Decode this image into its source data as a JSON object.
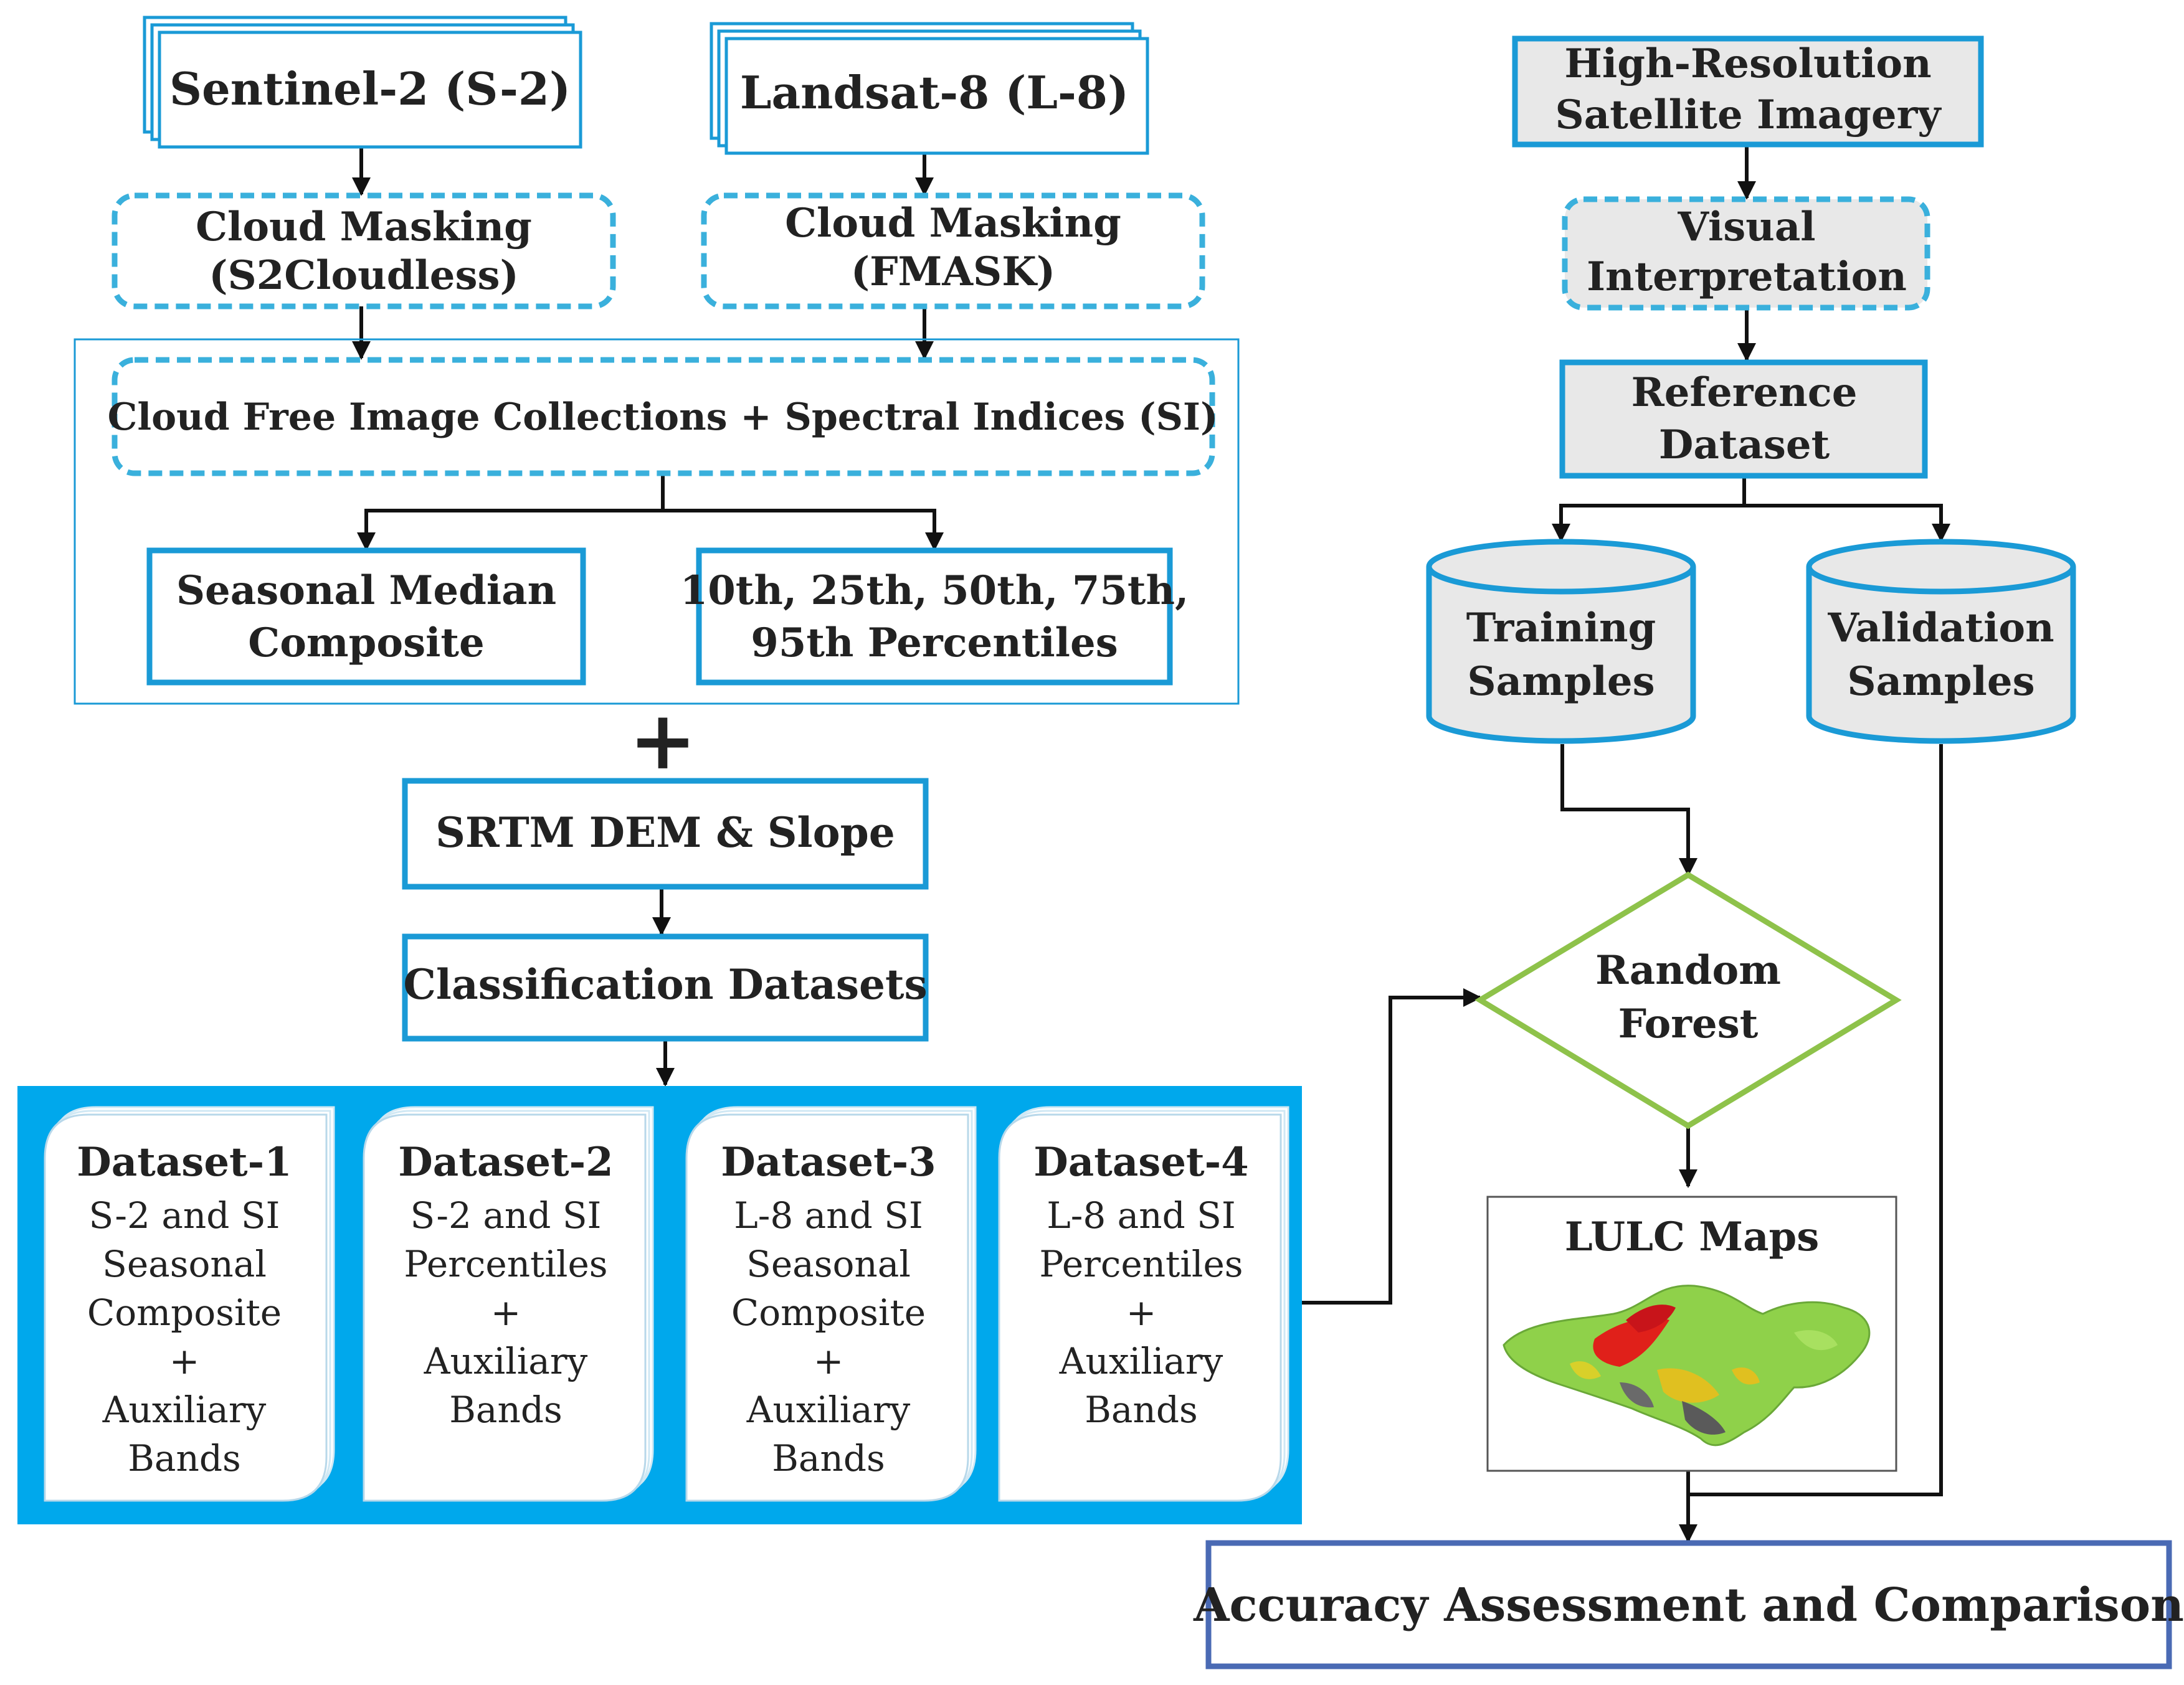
{
  "colors": {
    "blue": "#1a9ad6",
    "light_blue": "#3ab0dc",
    "panel_blue": "#00a8ec",
    "dark_blue": "#4a6ab4",
    "gray_fill": "#e8e8e8",
    "green": "#8ec24a",
    "text": "#222222"
  },
  "nodes": {
    "sentinel": "Sentinel-2  (S-2)",
    "landsat": "Landsat-8  (L-8)",
    "highres": [
      "High-Resolution",
      "Satellite Imagery"
    ],
    "cloud_s2": [
      "Cloud Masking",
      "(S2Cloudless)"
    ],
    "cloud_l8": [
      "Cloud Masking",
      "(FMASK)"
    ],
    "visual": [
      "Visual",
      "Interpretation"
    ],
    "cloudfree": "Cloud Free Image Collections + Spectral Indices (SI)",
    "reference": [
      "Reference",
      "Dataset"
    ],
    "seasonal": [
      "Seasonal Median",
      "Composite"
    ],
    "percentiles": [
      "10th, 25th, 50th, 75th,",
      "95th Percentiles"
    ],
    "training": [
      "Training",
      "Samples"
    ],
    "validation": [
      "Validation",
      "Samples"
    ],
    "plus": "+",
    "srtm": "SRTM DEM & Slope",
    "classification": "Classification Datasets",
    "random_forest": [
      "Random",
      "Forest"
    ],
    "lulc": "LULC Maps",
    "accuracy": "Accuracy Assessment and Comparison"
  },
  "datasets": [
    {
      "title": "Dataset-1",
      "lines": [
        "S-2  and SI",
        "Seasonal",
        "Composite",
        "+",
        "Auxiliary",
        "Bands"
      ]
    },
    {
      "title": "Dataset-2",
      "lines": [
        "S-2 and SI",
        "Percentiles",
        "+",
        "Auxiliary",
        "Bands"
      ]
    },
    {
      "title": "Dataset-3",
      "lines": [
        "L-8 and SI",
        "Seasonal",
        "Composite",
        "+",
        "Auxiliary",
        "Bands"
      ]
    },
    {
      "title": "Dataset-4",
      "lines": [
        "L-8 and SI",
        "Percentiles",
        "+",
        "Auxiliary",
        "Bands"
      ]
    }
  ]
}
